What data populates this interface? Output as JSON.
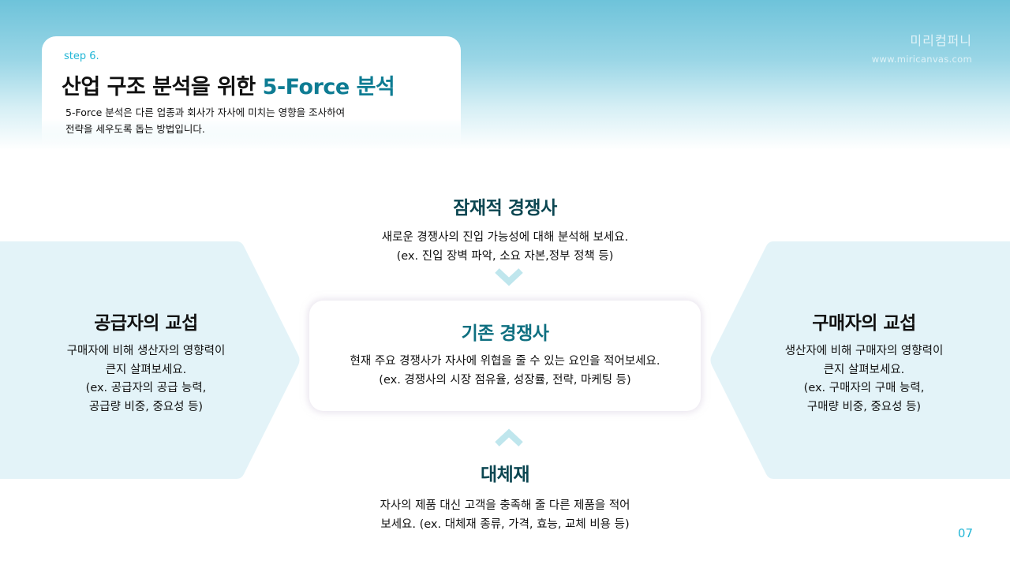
{
  "header": {
    "step": "step 6.",
    "title_main": "산업 구조 분석을 위한 ",
    "title_accent": "5-Force 분석",
    "description_line1": "5-Force 분석은 다른 업종과 회사가 자사에 미치는 영향을 조사하여",
    "description_line2": "전략을 세우도록 돕는 방법입니다."
  },
  "brand": {
    "name": "미리컴퍼니",
    "url": "www.miricanvas.com"
  },
  "forces": {
    "potential_competitors": {
      "title": "잠재적 경쟁사",
      "line1": "새로운 경쟁사의 진입 가능성에 대해 분석해 보세요.",
      "line2": "(ex. 진입 장벽 파악, 소요 자본,정부 정책 등)"
    },
    "supplier_bargaining": {
      "title": "공급자의 교섭",
      "line1": "구매자에 비해 생산자의 영향력이",
      "line2": "큰지 살펴보세요.",
      "line3": "(ex. 공급자의 공급 능력,",
      "line4": "공급량 비중, 중요성 등)"
    },
    "existing_competitors": {
      "title": "기존 경쟁사",
      "line1": "현재 주요 경쟁사가 자사에 위협을 줄 수 있는 요인을 적어보세요.",
      "line2": "(ex. 경쟁사의 시장 점유율, 성장률, 전략, 마케팅 등)"
    },
    "buyer_bargaining": {
      "title": "구매자의 교섭",
      "line1": "생산자에 비해 구매자의 영향력이",
      "line2": "큰지 살펴보세요.",
      "line3": "(ex. 구매자의 구매 능력,",
      "line4": "구매량 비중, 중요성 등)"
    },
    "substitutes": {
      "title": "대체재",
      "line1": "자사의 제품 대신 고객을 충족해 줄 다른 제품을 적어",
      "line2": "보세요. (ex. 대체재 종류, 가격, 효능, 교체 비용 등)"
    }
  },
  "icons": {
    "top_arrow": "chevron-down-icon",
    "bottom_arrow": "chevron-up-icon"
  },
  "colors": {
    "accent": "#0e7c93",
    "step": "#22b6d6",
    "side_fill": "#e3f3f8",
    "chevron": "#bfe6ed"
  },
  "page_number": "07"
}
